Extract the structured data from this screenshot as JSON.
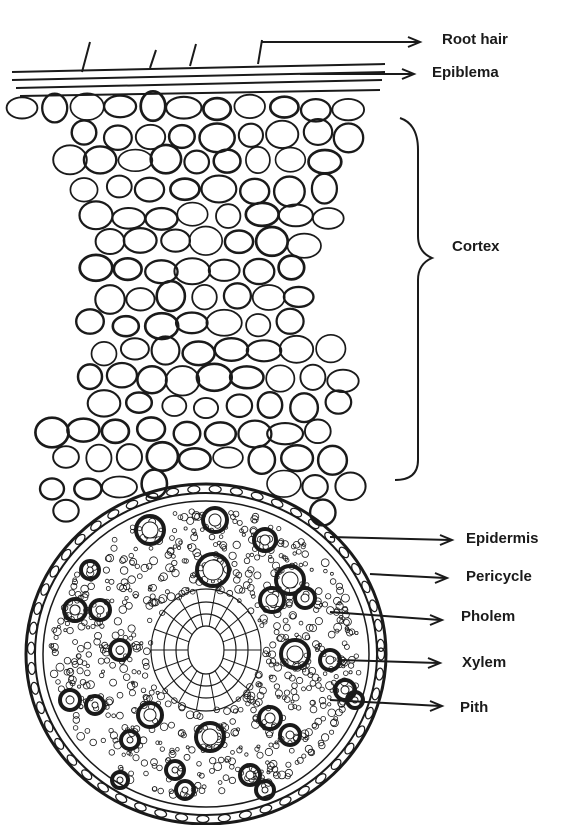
{
  "labels": {
    "root_hair": "Root hair",
    "epiblema": "Epiblema",
    "cortex": "Cortex",
    "epidermis": "Epidermis",
    "pericycle": "Pericycle",
    "pholem": "Pholem",
    "xylem": "Xylem",
    "pith": "Pith"
  },
  "colors": {
    "ink": "#1a1a1a",
    "paper": "#ffffff"
  }
}
